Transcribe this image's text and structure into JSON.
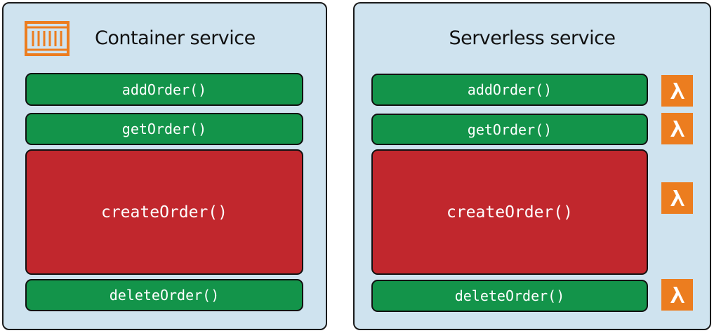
{
  "left_panel": {
    "title": "Container service",
    "icon": "container-icon",
    "functions": [
      {
        "label": "addOrder()",
        "kind": "green"
      },
      {
        "label": "getOrder()",
        "kind": "green"
      },
      {
        "label": "createOrder()",
        "kind": "red"
      },
      {
        "label": "deleteOrder()",
        "kind": "green"
      }
    ]
  },
  "right_panel": {
    "title": "Serverless service",
    "icon": "lambda-icon",
    "functions": [
      {
        "label": "addOrder()",
        "kind": "green"
      },
      {
        "label": "getOrder()",
        "kind": "green"
      },
      {
        "label": "createOrder()",
        "kind": "red"
      },
      {
        "label": "deleteOrder()",
        "kind": "green"
      }
    ]
  },
  "colors": {
    "panel_background": "#cfe3ef",
    "green": "#13944a",
    "red": "#c1272d",
    "accent_orange": "#ec7d1f"
  }
}
